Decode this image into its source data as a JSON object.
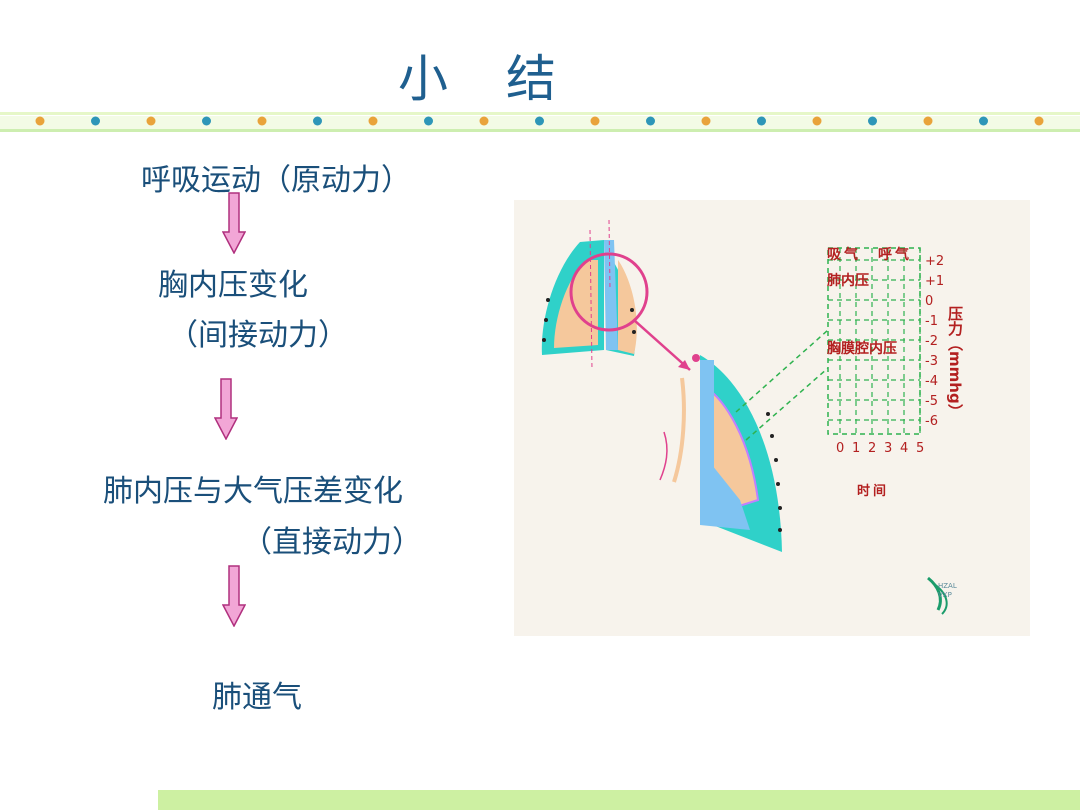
{
  "title": "小　结",
  "flow": {
    "step1": "呼吸运动（原动力）",
    "step2_line1": "胸内压变化",
    "step2_line2": "（间接动力）",
    "step3_line1": "肺内压与大气压差变化",
    "step3_line2": "（直接动力）",
    "step4": "肺通气"
  },
  "figure": {
    "inhale": "吸气",
    "exhale": "呼气",
    "intrapulmonary": "肺内压",
    "intrapleural": "胸膜腔内压",
    "pressure_axis": "压力（mmhg）",
    "time_axis": "时间",
    "y_ticks": [
      "+2",
      "+1",
      "0",
      "-1",
      "-2",
      "-3",
      "-4",
      "-5",
      "-6"
    ],
    "x_ticks": [
      "0",
      "1",
      "2",
      "3",
      "4",
      "5"
    ],
    "logo": "HZAL VXP"
  },
  "colors": {
    "title": "#1f5f8f",
    "text": "#1a4f7a",
    "arrow_fill": "#f2a6d6",
    "arrow_stroke": "#b0307e",
    "figure_red": "#b32020",
    "grid_green": "#2fb24f",
    "lung_cyan": "#2fd1c9",
    "lung_blue": "#7fc3f2",
    "lung_peach": "#f5c89c",
    "magenta": "#e0418d"
  }
}
